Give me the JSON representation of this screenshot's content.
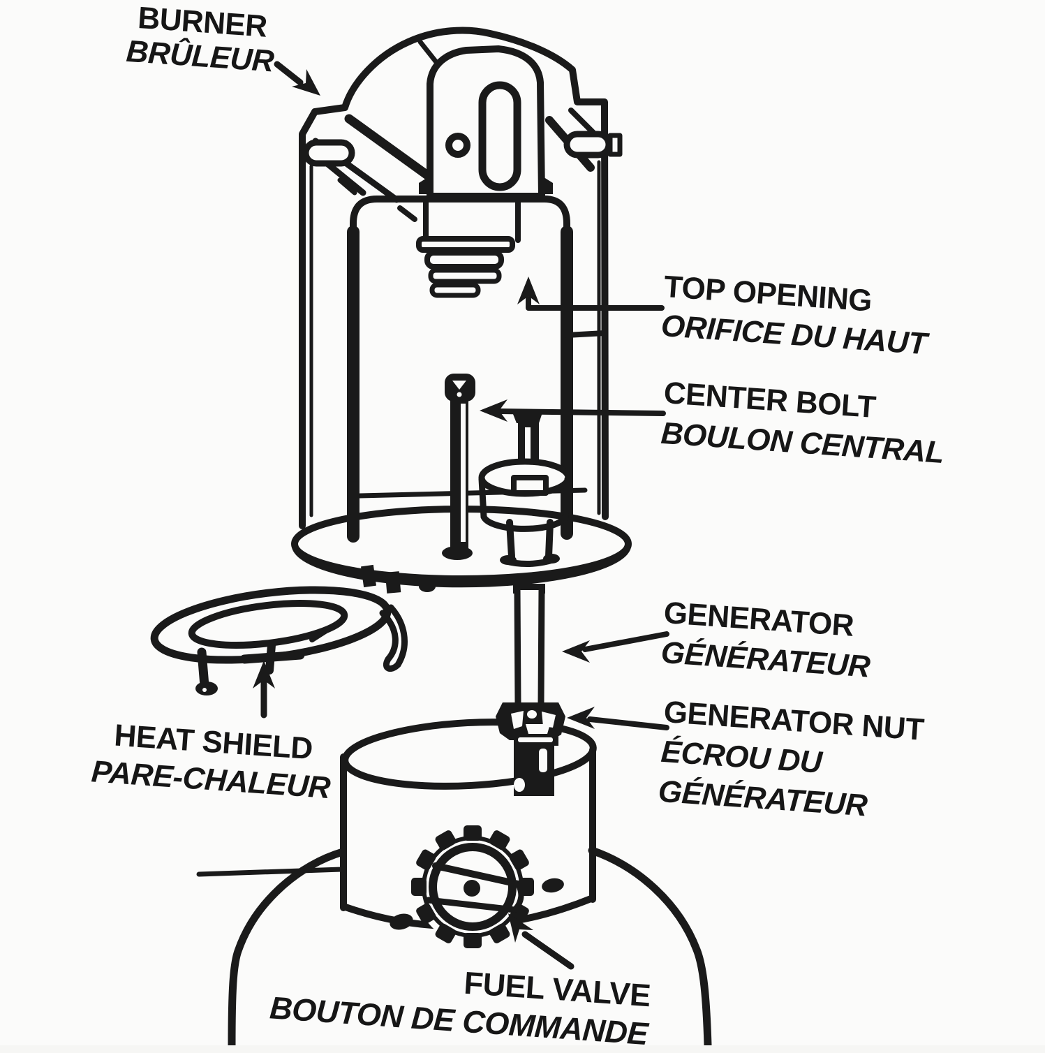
{
  "page": {
    "background": "#fbfbfa",
    "ink": "#1a1a1a"
  },
  "labels": {
    "burner": {
      "en": "BURNER",
      "fr": "BRÛLEUR"
    },
    "top_opening": {
      "en": "TOP OPENING",
      "fr": "ORIFICE DU HAUT"
    },
    "center_bolt": {
      "en": "CENTER BOLT",
      "fr": "BOULON CENTRAL"
    },
    "generator": {
      "en": "GENERATOR",
      "fr": "GÉNÉRATEUR"
    },
    "generator_nut": {
      "en": "GENERATOR NUT",
      "fr_line1": "ÉCROU DU",
      "fr_line2": "GÉNÉRATEUR"
    },
    "heat_shield": {
      "en": "HEAT SHIELD",
      "fr": "PARE-CHALEUR"
    },
    "fuel_valve": {
      "en": "FUEL VALVE",
      "fr": "BOUTON DE COMMANDE"
    }
  }
}
